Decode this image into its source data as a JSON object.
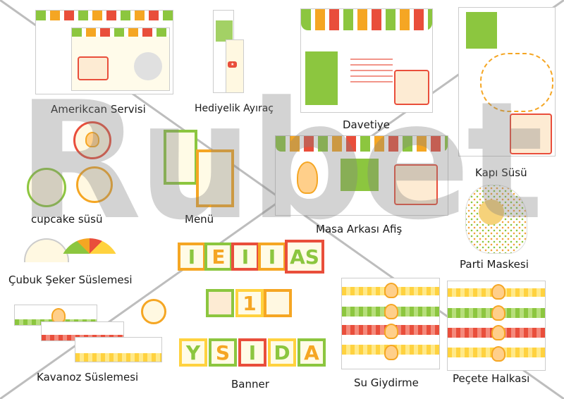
{
  "labels": {
    "amerikcan": "Amerikcan Servisi",
    "ayrac": "Hediyelik Ayıraç",
    "davetiye": "Davetiye",
    "kapi": "Kapı Süsü",
    "cupcake": "cupcake süsü",
    "menu": "Menü",
    "masa": "Masa Arkası Afiş",
    "cubuk": "Çubuk Şeker Süslemesi",
    "maske": "Parti Maskesi",
    "kavanoz": "Kavanoz Süslemesi",
    "banner": "Banner",
    "su": "Su Giydirme",
    "pecete": "Peçete Halkası"
  },
  "watermark": "Rubet",
  "banner_letters": [
    "I",
    "E",
    "I",
    "I",
    "AS",
    "1",
    "Y",
    "S",
    "I",
    "D",
    "A"
  ],
  "colors": {
    "green": "#8cc63f",
    "orange": "#f5a623",
    "red": "#e94e3b",
    "yellow": "#ffd23f"
  }
}
